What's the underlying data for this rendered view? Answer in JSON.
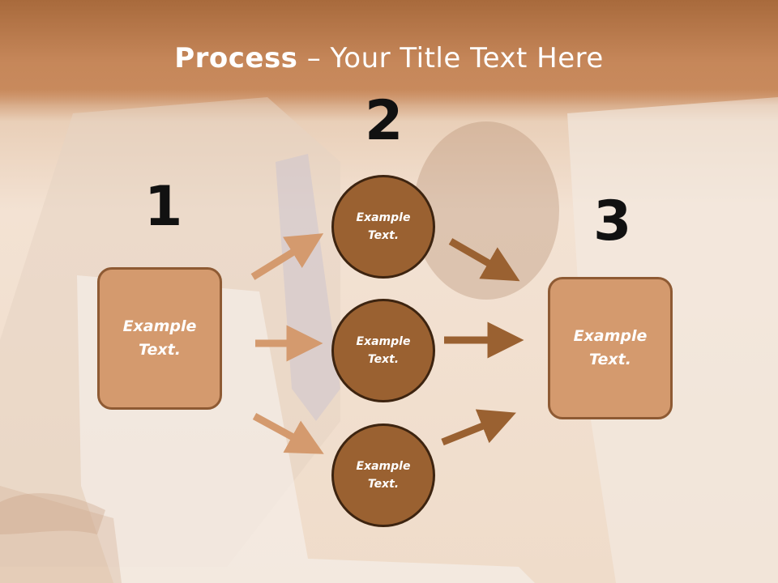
{
  "title": {
    "bold": "Process",
    "rest": " – Your Title Text Here"
  },
  "steps": {
    "one": {
      "number": "1",
      "text_line1": "Example",
      "text_line2": "Text."
    },
    "two": {
      "number": "2",
      "circles": [
        {
          "line1": "Example",
          "line2": "Text."
        },
        {
          "line1": "Example",
          "line2": "Text."
        },
        {
          "line1": "Example",
          "line2": "Text."
        }
      ]
    },
    "three": {
      "number": "3",
      "text_line1": "Example",
      "text_line2": "Text."
    }
  },
  "colors": {
    "box_fill": "#d49a6e",
    "box_border": "#8e5a33",
    "circle_fill": "#9a6131",
    "left_arrows": "#d49a6e",
    "right_arrows": "#9a6131"
  }
}
